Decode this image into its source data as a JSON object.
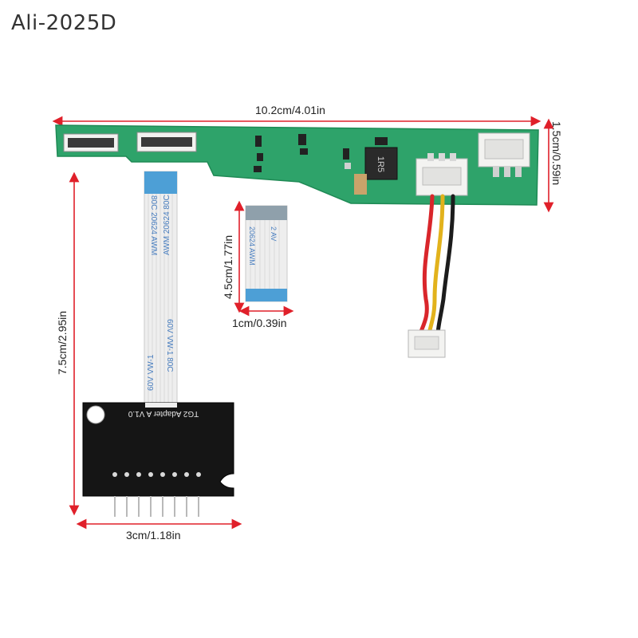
{
  "watermark": "Ali-2025D",
  "dimensions": {
    "main_board_width": "10.2cm/4.01in",
    "main_board_height": "1.5cm/0.59in",
    "total_height": "7.5cm/2.95in",
    "adapter_width": "3cm/1.18in",
    "cable_length": "4.5cm/1.77in",
    "cable_width": "1cm/0.39in"
  },
  "adapter_label": "TG2 Adapter  A  V1.0",
  "long_cable_print": [
    "80C  20624  AWM",
    "AWM  20624  80C",
    "60V  VW-1  80C",
    "60V  VW-1"
  ],
  "short_cable_print": [
    "20624  AWM",
    "2  AV"
  ],
  "inductor_text": "1R5",
  "colors": {
    "pcb_green": "#2ea36a",
    "dimension_red": "#e0202a",
    "wire_red": "#d9262b",
    "wire_yellow": "#e2b21c",
    "wire_black": "#1c1c1c",
    "cable_blue": "#4d9fd6",
    "adapter_black": "#151515"
  }
}
